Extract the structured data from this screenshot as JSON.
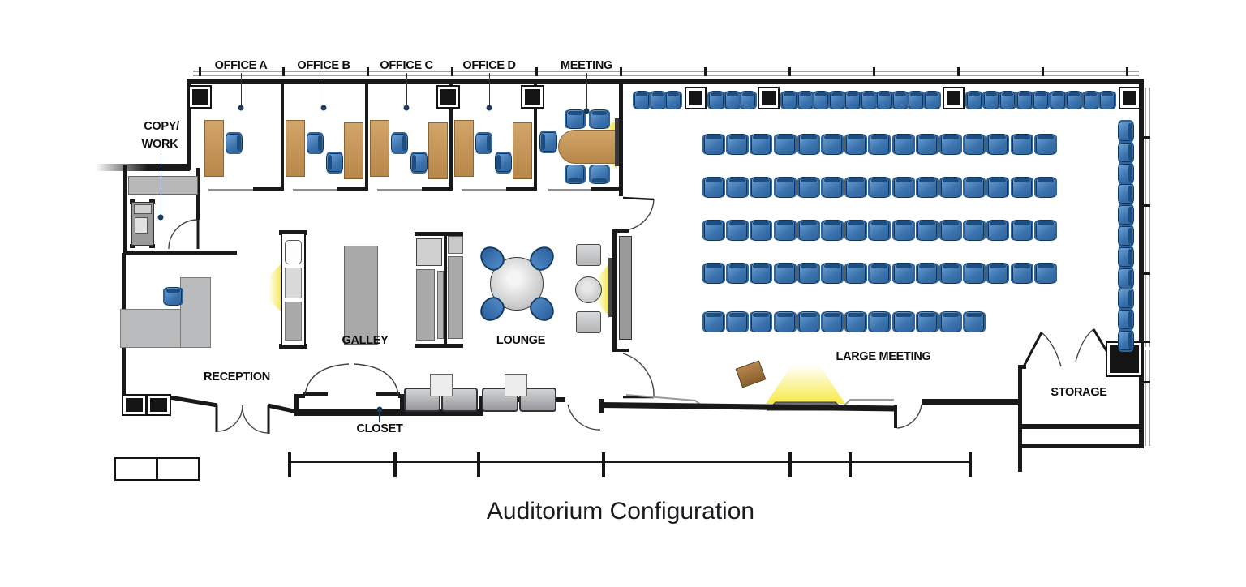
{
  "title": "Auditorium Configuration",
  "labels": {
    "office_a": "OFFICE A",
    "office_b": "OFFICE B",
    "office_c": "OFFICE C",
    "office_d": "OFFICE D",
    "meeting": "MEETING",
    "copy_work_1": "COPY/",
    "copy_work_2": "WORK",
    "reception": "RECEPTION",
    "galley": "GALLEY",
    "lounge": "LOUNGE",
    "closet": "CLOSET",
    "large_meeting": "LARGE MEETING",
    "storage": "STORAGE"
  },
  "seating": {
    "auditorium_top_row_groups": [
      3,
      3,
      10,
      9
    ],
    "auditorium_center_rows": [
      15,
      15,
      15,
      15,
      12
    ],
    "auditorium_side_column": 11,
    "auditorium_wall_columns": 4,
    "meeting_room_chairs": 5,
    "office_desks": {
      "office_a": 1,
      "office_b": 2,
      "office_c": 2,
      "office_d": 2
    },
    "lounge_chairs": 4,
    "nook_seats": 2,
    "bench_seats": 4,
    "reception_chairs": 1
  },
  "colors": {
    "chair_blue": "#3a72ad",
    "chair_border": "#11365c",
    "desk_tan": "#c9995c",
    "wall_black": "#191919",
    "glow_yellow": "#f6e93c",
    "furniture_gray": "#aeb0b3"
  }
}
